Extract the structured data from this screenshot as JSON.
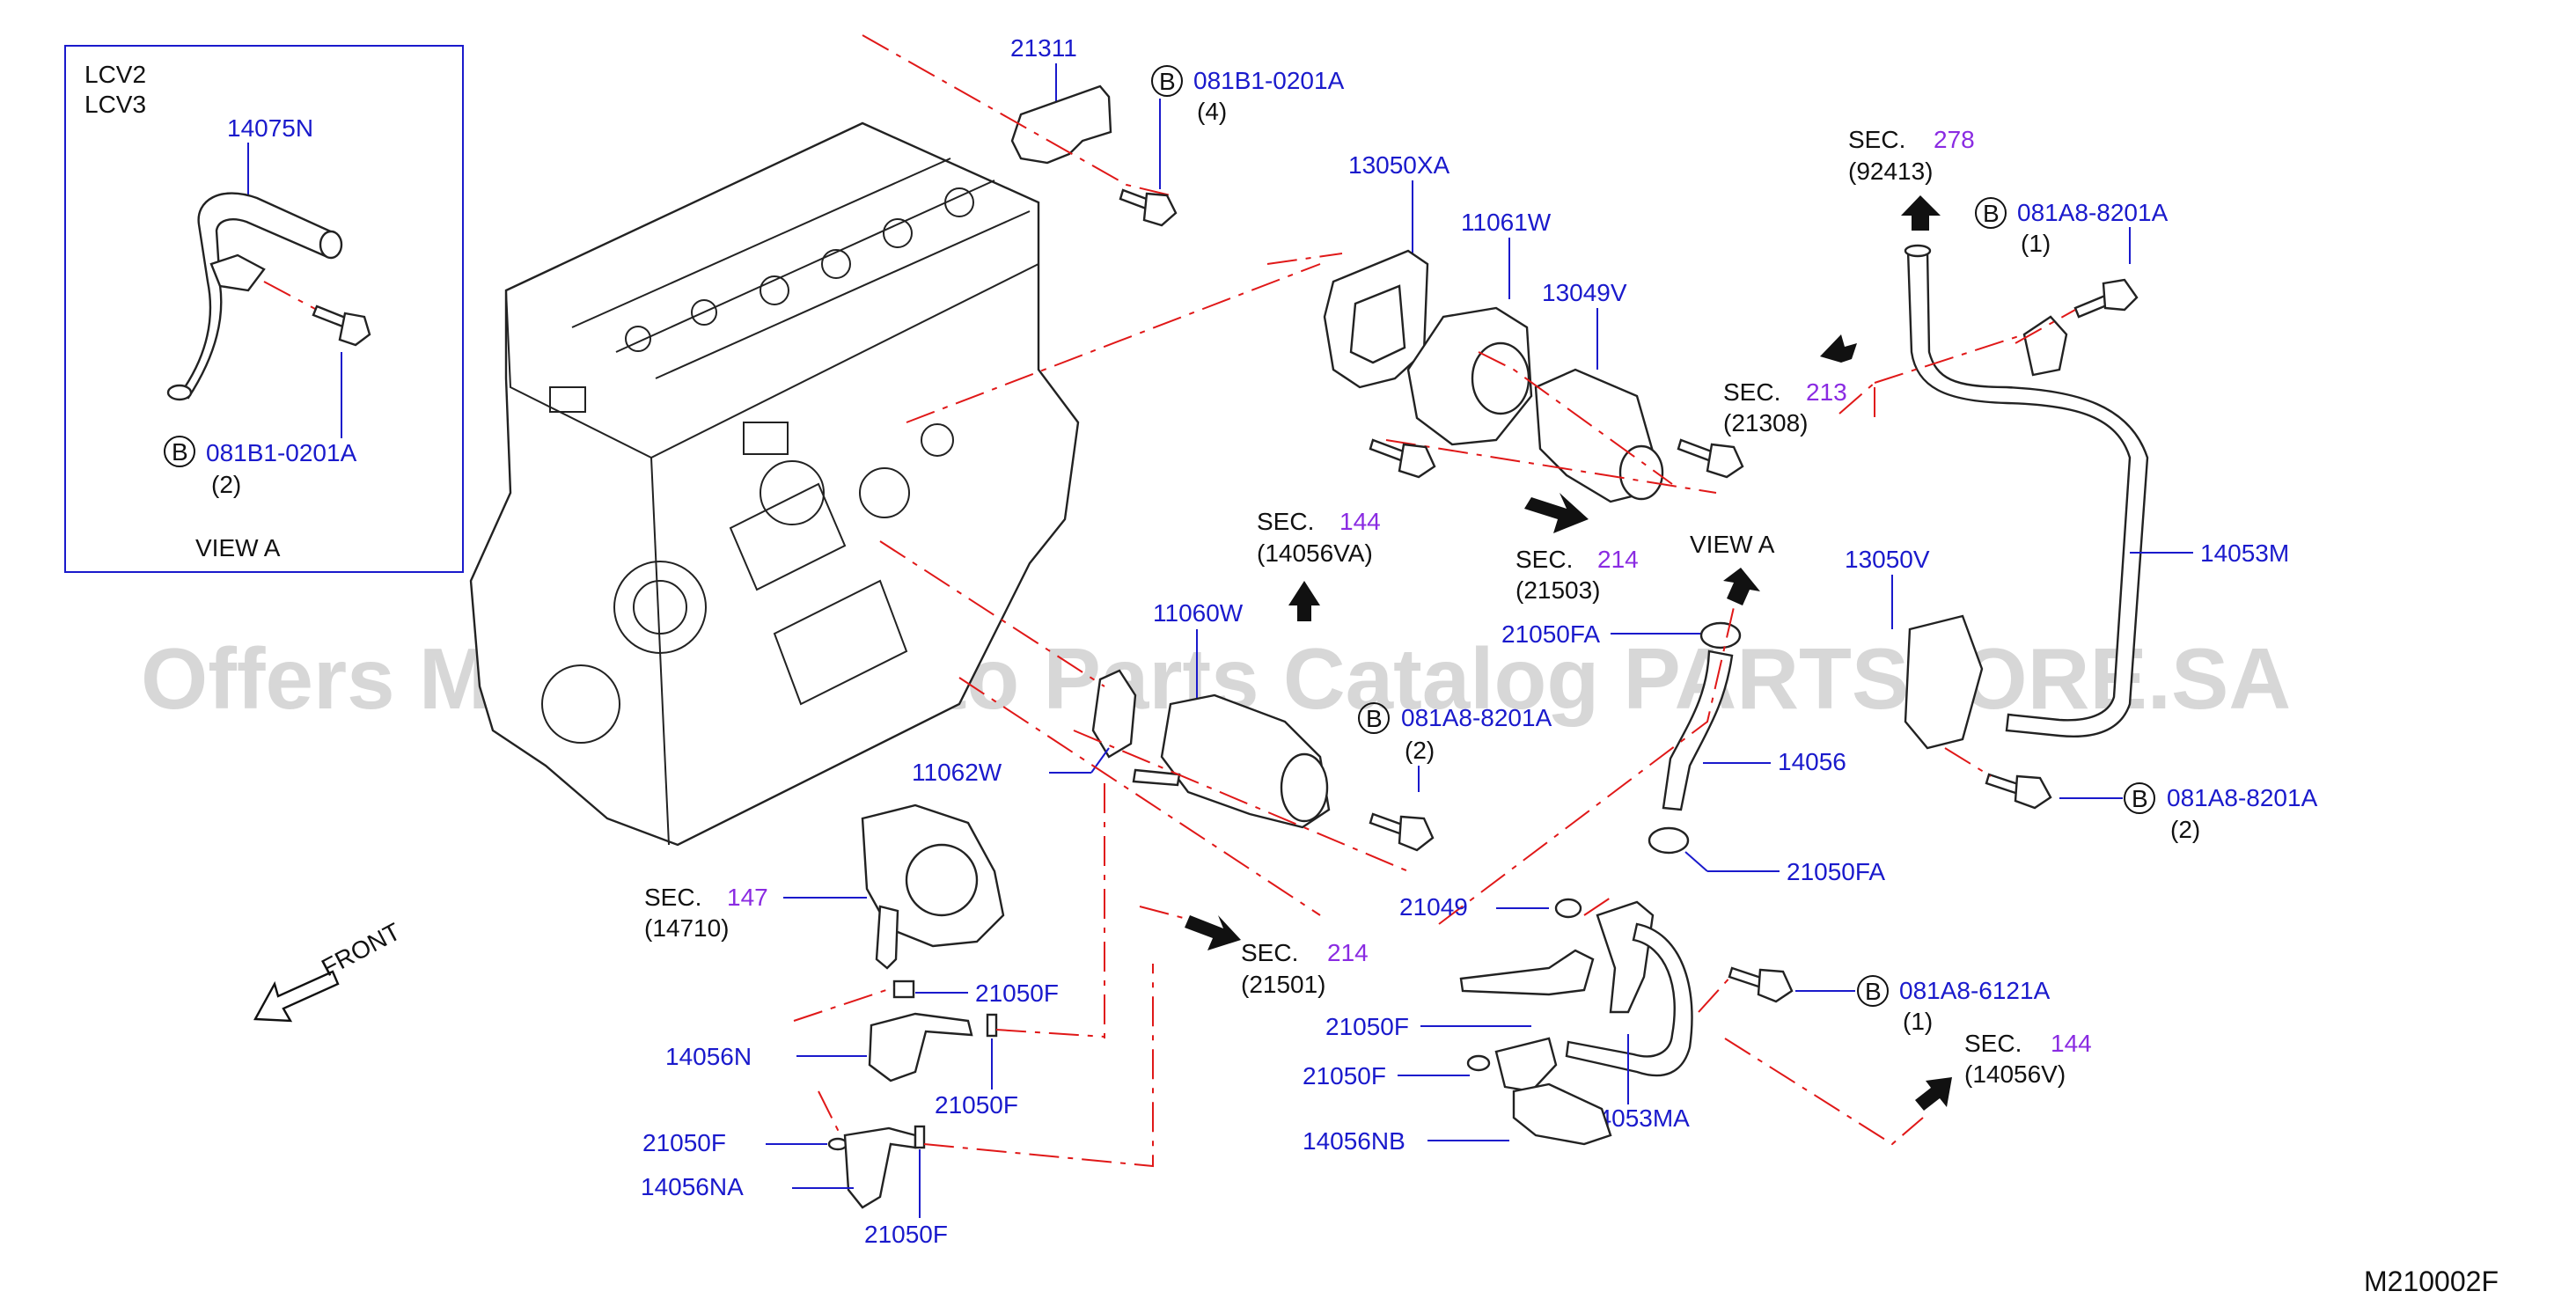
{
  "diagram_id": "M210002F",
  "watermark": "Offers Merchant Auto Parts Catalog PARTSTORE.SA",
  "front_label": "FRONT",
  "inset": {
    "variants": [
      "LCV2",
      "LCV3"
    ],
    "part": "14075N",
    "bolt_code": "081B1-0201A",
    "bolt_qty": "(2)",
    "view_label": "VIEW   A"
  },
  "bolt_marker": "B",
  "sec_word": "SEC.",
  "view_a": "VIEW   A",
  "parts": {
    "p21311": "21311",
    "p13050XA": "13050XA",
    "p11061W": "11061W",
    "p13049V": "13049V",
    "p11060W": "11060W",
    "p11062W": "11062W",
    "p21050FA_top": "21050FA",
    "p14056": "14056",
    "p21050FA_bot": "21050FA",
    "p13050V": "13050V",
    "p14053M": "14053M",
    "p21049": "21049",
    "p21050F_a": "21050F",
    "p14056N": "14056N",
    "p21050F_b": "21050F",
    "p21050F_c": "21050F",
    "p14056NA": "14056NA",
    "p21050F_d": "21050F",
    "p21050F_e": "21050F",
    "p21050F_f": "21050F",
    "p14056NB": "14056NB",
    "p14053MA": "14053MA"
  },
  "bolts": [
    {
      "code": "081B1-0201A",
      "qty": "(4)"
    },
    {
      "code": "081A8-8201A",
      "qty": "(1)"
    },
    {
      "code": "081A8-8201A",
      "qty": "(2)"
    },
    {
      "code": "081A8-8201A",
      "qty": "(2)"
    },
    {
      "code": "081A8-6121A",
      "qty": "(1)"
    }
  ],
  "sections": [
    {
      "num": "278",
      "ref": "(92413)"
    },
    {
      "num": "213",
      "ref": "(21308)"
    },
    {
      "num": "144",
      "ref": "(14056VA)"
    },
    {
      "num": "214",
      "ref": "(21503)"
    },
    {
      "num": "147",
      "ref": "(14710)"
    },
    {
      "num": "214",
      "ref": "(21501)"
    },
    {
      "num": "144",
      "ref": "(14056V)"
    }
  ],
  "colors": {
    "label": "#1a1acc",
    "section_number": "#8a2be2",
    "phantom_line": "#e01818",
    "outline": "#222222"
  }
}
